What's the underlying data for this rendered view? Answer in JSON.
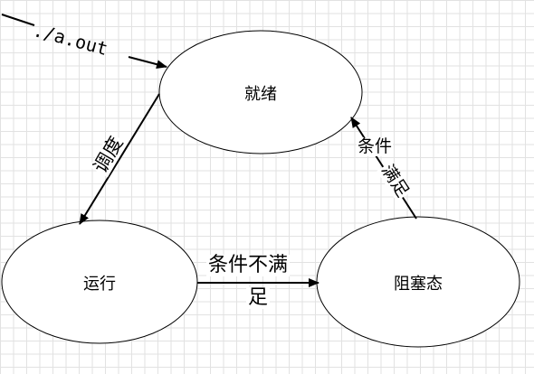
{
  "nodes": {
    "ready": "就绪",
    "running": "运行",
    "blocked": "阻塞态"
  },
  "edges": {
    "start_label": "./a.out",
    "schedule_label": "调度",
    "cond_not_met_line1": "条件不满",
    "cond_not_met_line2": "足",
    "cond_met_line1": "条件",
    "cond_met_line2": "满足"
  }
}
